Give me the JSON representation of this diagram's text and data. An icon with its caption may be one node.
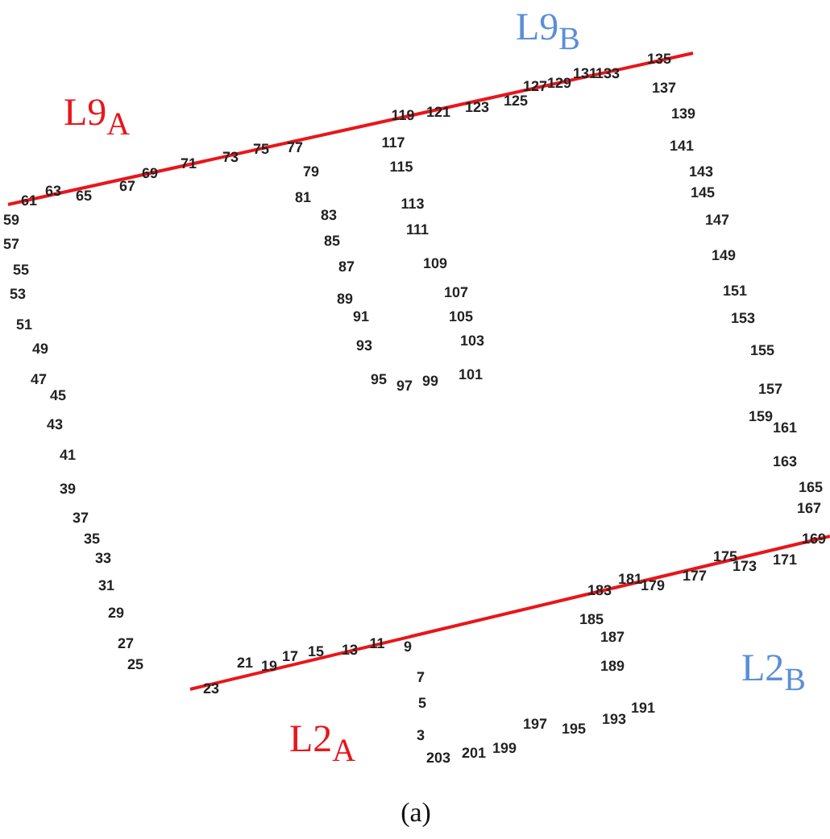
{
  "diagram": {
    "caption": "(a)",
    "labels": [
      "L9$_{A}$",
      "L9$_{B}$",
      "3",
      "5",
      "7",
      "9",
      "11",
      "13",
      "15",
      "17",
      "19",
      "21",
      "23",
      "25",
      "27",
      "29",
      "31",
      "33",
      "35",
      "37",
      "39",
      "41",
      "43",
      "45",
      "47",
      "49",
      "51",
      "53",
      "55",
      "57",
      "59",
      "61",
      "63",
      "65",
      "67",
      "69",
      "71",
      "73",
      "75",
      "77",
      "79",
      "81",
      "83",
      "85",
      "87",
      "89",
      "91",
      "93",
      "95",
      "97",
      "99",
      "101",
      "103",
      "105",
      "107",
      "109",
      "111",
      "113",
      "115",
      "117",
      "119",
      "121",
      "123",
      "125",
      "127",
      "129",
      "131",
      "133",
      "135",
      "137",
      "139",
      "141",
      "143",
      "145",
      "147",
      "149",
      "151",
      "153",
      "155",
      "157",
      "159",
      "161",
      "163",
      "165",
      "167",
      "169",
      "171",
      "173",
      "175",
      "177",
      "179",
      "181",
      "183",
      "185",
      "187",
      "189",
      "191",
      "193",
      "195",
      "197",
      "199",
      "201",
      "203",
      "L2$_{A}$",
      "L2$_{B}$"
    ]
  }
}
